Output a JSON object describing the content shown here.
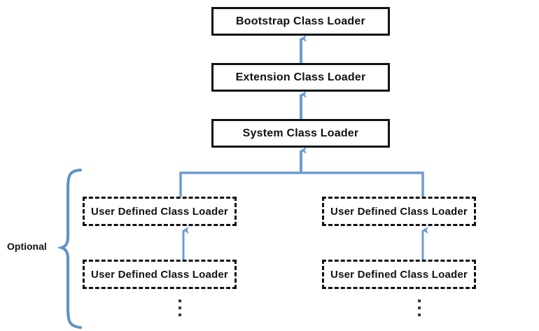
{
  "diagram": {
    "title_text": "",
    "background": "#ffffff",
    "arrow_color": "#6c9bd2",
    "brace_color": "#5b93c7",
    "border_color": "#111111",
    "optional_label": "Optional",
    "hierarchy": {
      "bootstrap": {
        "label": "Bootstrap Class Loader",
        "style": "solid"
      },
      "extension": {
        "label": "Extension Class Loader",
        "style": "solid"
      },
      "system": {
        "label": "System Class Loader",
        "style": "solid"
      }
    },
    "user_defined": [
      {
        "label": "User Defined Class Loader",
        "column": "left",
        "row": "upper",
        "style": "dashed"
      },
      {
        "label": "User Defined Class Loader",
        "column": "right",
        "row": "upper",
        "style": "dashed"
      },
      {
        "label": "User Defined Class Loader",
        "column": "left",
        "row": "lower",
        "style": "dashed"
      },
      {
        "label": "User Defined Class Loader",
        "column": "right",
        "row": "lower",
        "style": "dashed"
      }
    ],
    "continuation": {
      "left_symbol": "vertical-ellipsis",
      "right_symbol": "vertical-ellipsis"
    },
    "arrows": [
      {
        "name": "extension-to-bootstrap",
        "direction": "up"
      },
      {
        "name": "system-to-extension",
        "direction": "up"
      },
      {
        "name": "userdefined-bus-to-system",
        "direction": "up"
      },
      {
        "name": "left-lower-to-left-upper",
        "direction": "up"
      },
      {
        "name": "right-lower-to-right-upper",
        "direction": "up"
      }
    ]
  }
}
